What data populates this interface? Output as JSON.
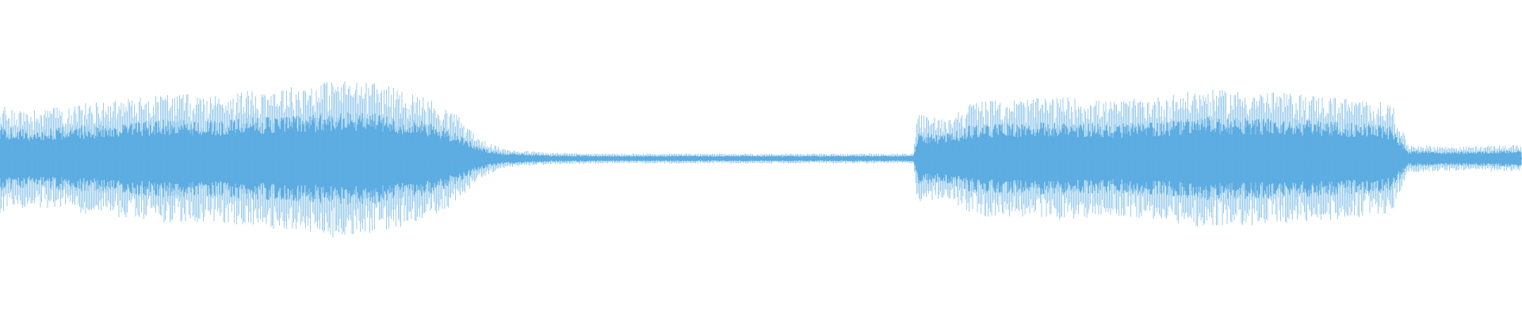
{
  "waveform": {
    "color": "#5dade2",
    "background": "#ffffff",
    "envelope": [
      [
        0.0,
        0.55
      ],
      [
        0.02,
        0.48
      ],
      [
        0.05,
        0.55
      ],
      [
        0.08,
        0.6
      ],
      [
        0.11,
        0.66
      ],
      [
        0.14,
        0.64
      ],
      [
        0.17,
        0.7
      ],
      [
        0.2,
        0.74
      ],
      [
        0.22,
        0.8
      ],
      [
        0.25,
        0.76
      ],
      [
        0.28,
        0.62
      ],
      [
        0.3,
        0.45
      ],
      [
        0.315,
        0.2
      ],
      [
        0.33,
        0.1
      ],
      [
        0.36,
        0.06
      ],
      [
        0.4,
        0.05
      ],
      [
        0.45,
        0.05
      ],
      [
        0.5,
        0.05
      ],
      [
        0.55,
        0.05
      ],
      [
        0.6,
        0.05
      ],
      [
        0.603,
        0.45
      ],
      [
        0.62,
        0.4
      ],
      [
        0.64,
        0.58
      ],
      [
        0.67,
        0.6
      ],
      [
        0.7,
        0.62
      ],
      [
        0.73,
        0.58
      ],
      [
        0.76,
        0.62
      ],
      [
        0.79,
        0.7
      ],
      [
        0.82,
        0.68
      ],
      [
        0.85,
        0.66
      ],
      [
        0.88,
        0.62
      ],
      [
        0.915,
        0.55
      ],
      [
        0.925,
        0.14
      ],
      [
        0.96,
        0.12
      ],
      [
        1.0,
        0.14
      ]
    ]
  }
}
